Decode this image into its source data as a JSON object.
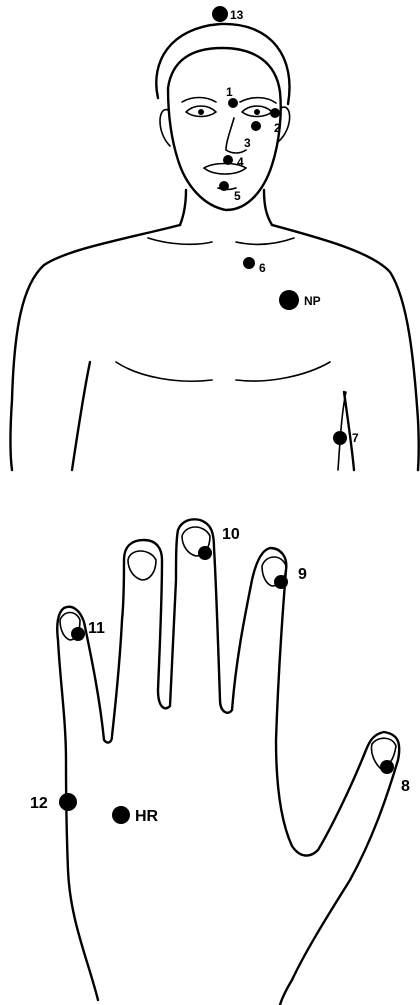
{
  "points": [
    {
      "id": "p13",
      "label": "13"
    },
    {
      "id": "p1",
      "label": "1"
    },
    {
      "id": "p2",
      "label": "2"
    },
    {
      "id": "p3",
      "label": "3"
    },
    {
      "id": "p4",
      "label": "4"
    },
    {
      "id": "p5",
      "label": "5"
    },
    {
      "id": "p6",
      "label": "6"
    },
    {
      "id": "pNP",
      "label": "NP"
    },
    {
      "id": "p7",
      "label": "7"
    },
    {
      "id": "p10",
      "label": "10"
    },
    {
      "id": "p9",
      "label": "9"
    },
    {
      "id": "p11",
      "label": "11"
    },
    {
      "id": "p8",
      "label": "8"
    },
    {
      "id": "p12",
      "label": "12"
    },
    {
      "id": "pHR",
      "label": "HR"
    }
  ]
}
